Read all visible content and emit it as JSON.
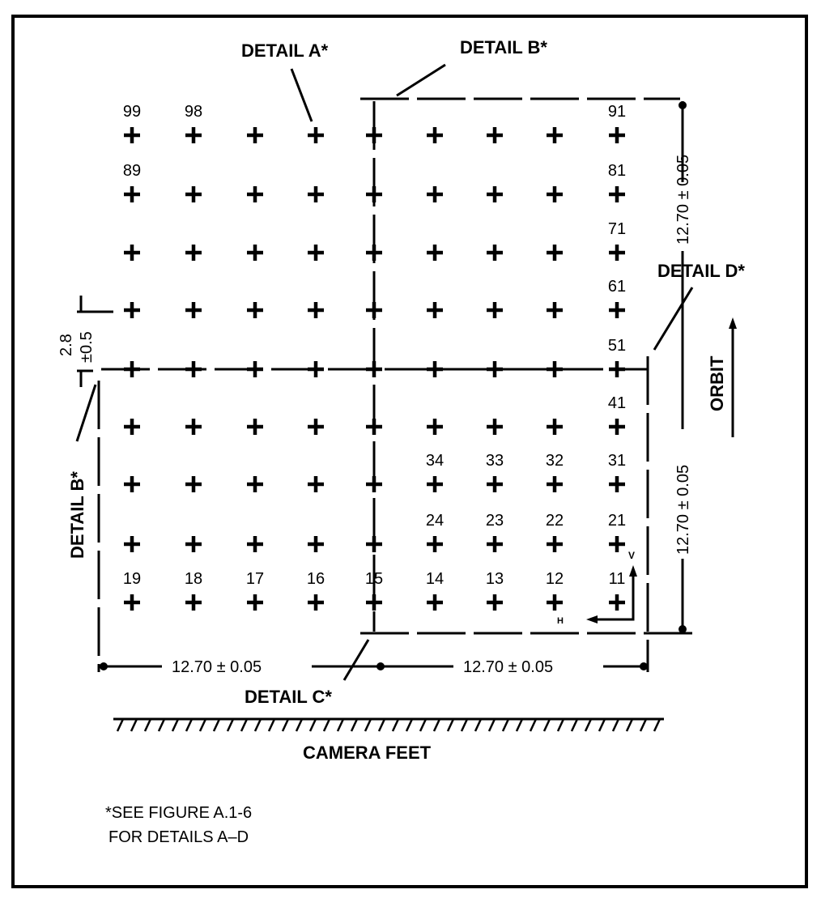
{
  "details": {
    "a": "DETAIL A*",
    "b_top": "DETAIL B*",
    "b_left": "DETAIL B*",
    "c": "DETAIL C*",
    "d": "DETAIL D*"
  },
  "grid_labels": [
    {
      "text": "99",
      "col": 0,
      "row": 0
    },
    {
      "text": "98",
      "col": 1,
      "row": 0
    },
    {
      "text": "91",
      "col": 8,
      "row": 0
    },
    {
      "text": "89",
      "col": 0,
      "row": 1
    },
    {
      "text": "81",
      "col": 8,
      "row": 1
    },
    {
      "text": "71",
      "col": 8,
      "row": 2
    },
    {
      "text": "61",
      "col": 8,
      "row": 3
    },
    {
      "text": "51",
      "col": 8,
      "row": 4
    },
    {
      "text": "41",
      "col": 8,
      "row": 5
    },
    {
      "text": "34",
      "col": 5,
      "row": 6
    },
    {
      "text": "33",
      "col": 6,
      "row": 6
    },
    {
      "text": "32",
      "col": 7,
      "row": 6
    },
    {
      "text": "31",
      "col": 8,
      "row": 6
    },
    {
      "text": "24",
      "col": 5,
      "row": 7
    },
    {
      "text": "23",
      "col": 6,
      "row": 7
    },
    {
      "text": "22",
      "col": 7,
      "row": 7
    },
    {
      "text": "21",
      "col": 8,
      "row": 7
    },
    {
      "text": "19",
      "col": 0,
      "row": 8
    },
    {
      "text": "18",
      "col": 1,
      "row": 8
    },
    {
      "text": "17",
      "col": 2,
      "row": 8
    },
    {
      "text": "16",
      "col": 3,
      "row": 8
    },
    {
      "text": "15",
      "col": 4,
      "row": 8
    },
    {
      "text": "14",
      "col": 5,
      "row": 8
    },
    {
      "text": "13",
      "col": 6,
      "row": 8
    },
    {
      "text": "12",
      "col": 7,
      "row": 8
    },
    {
      "text": "11",
      "col": 8,
      "row": 8
    }
  ],
  "grid": {
    "columns": 9,
    "rows": 9
  },
  "dimensions": {
    "bottom_left": "12.70 ± 0.05",
    "bottom_right": "12.70 ± 0.05",
    "right_top": "12.70 ± 0.05",
    "right_bottom": "12.70 ± 0.05",
    "offset": "2.8",
    "offset_tol": "±0.5"
  },
  "axes": {
    "v": "V",
    "h": "H",
    "orbit": "ORBIT"
  },
  "ground_label": "CAMERA FEET",
  "footnote": [
    "*SEE FIGURE A.1-6",
    "FOR DETAILS A–D"
  ]
}
